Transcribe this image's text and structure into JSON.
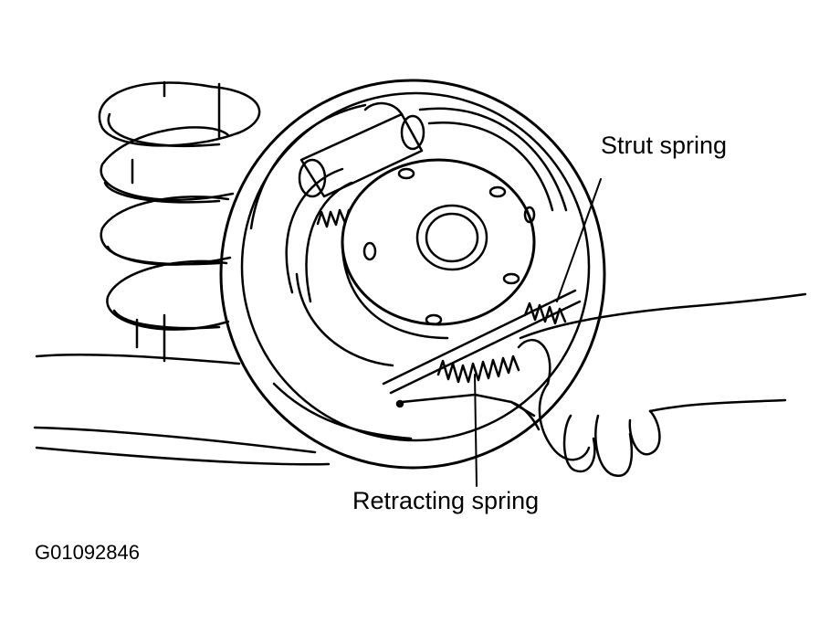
{
  "labels": {
    "strut_spring": "Strut spring",
    "retracting_spring": "Retracting spring"
  },
  "figure_code": "G01092846",
  "colors": {
    "ink": "#000000",
    "paper": "#ffffff"
  }
}
